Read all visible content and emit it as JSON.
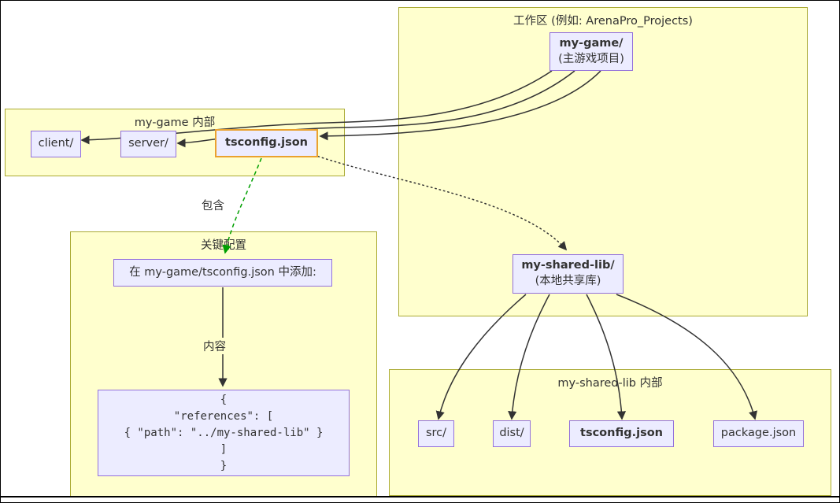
{
  "diagram": {
    "clusters": {
      "workspace": {
        "label": "工作区 (例如: ArenaPro_Projects)"
      },
      "my_game_internal": {
        "label": "my-game 内部"
      },
      "key_config": {
        "label": "关键配置"
      },
      "my_shared_lib_internal": {
        "label": "my-shared-lib 内部"
      }
    },
    "nodes": {
      "my_game": {
        "title": "my-game/",
        "subtitle": "(主游戏项目)"
      },
      "my_shared_lib": {
        "title": "my-shared-lib/",
        "subtitle": "(本地共享库)"
      },
      "client": {
        "label": "client/"
      },
      "server": {
        "label": "server/"
      },
      "tsconfig_my_game": {
        "label": "tsconfig.json"
      },
      "instruction": {
        "label": "在 my-game/tsconfig.json 中添加:"
      },
      "code_block": {
        "lines": [
          "{",
          "\"references\": [",
          "{ \"path\": \"../my-shared-lib\" }",
          "]",
          "}"
        ]
      },
      "src": {
        "label": "src/"
      },
      "dist": {
        "label": "dist/"
      },
      "tsconfig_shared": {
        "label": "tsconfig.json"
      },
      "package_json": {
        "label": "package.json"
      }
    },
    "edge_labels": {
      "contains": "包含",
      "content": "内容"
    },
    "colors": {
      "cluster_fill": "#ffffce",
      "cluster_border": "#aaaa33",
      "node_fill": "#ececff",
      "node_border": "#9370db",
      "highlight_border": "#eaa22f",
      "edge_color": "#333333",
      "green_edge_color": "#00a000"
    }
  }
}
